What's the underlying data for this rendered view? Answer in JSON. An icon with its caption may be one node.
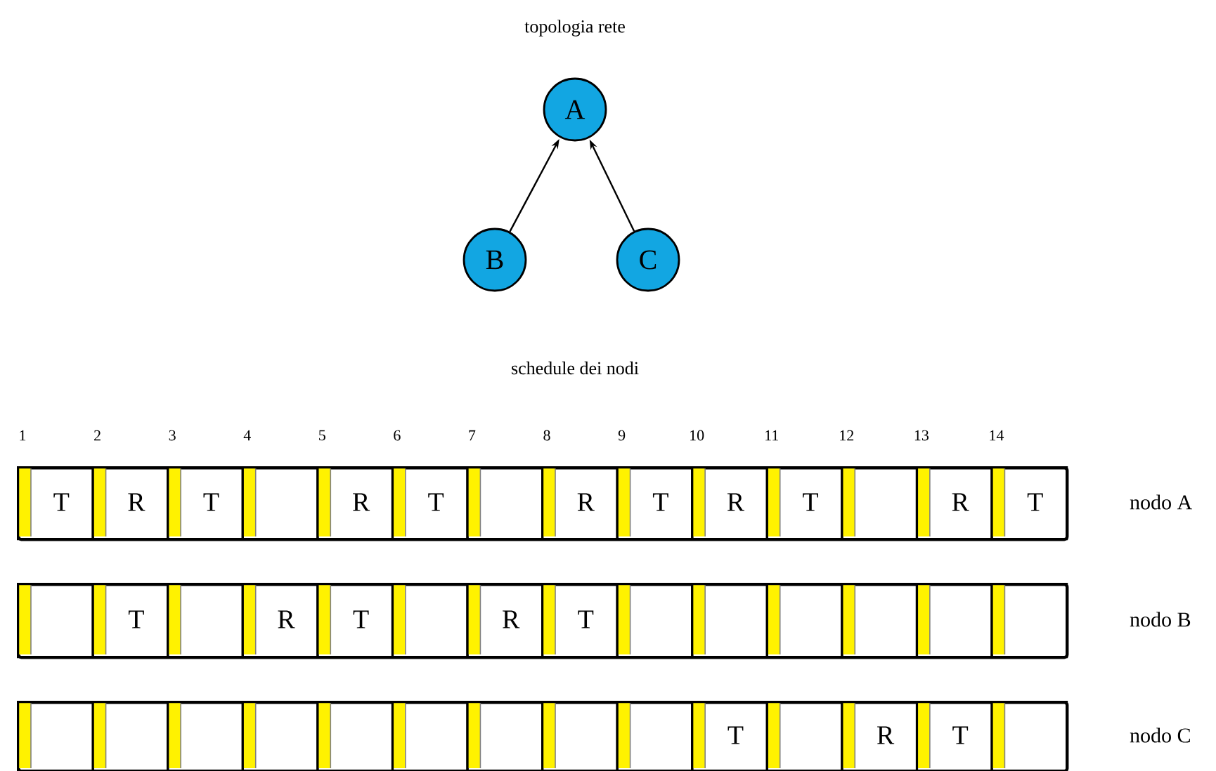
{
  "diagram": {
    "title": "topologia rete",
    "nodes": [
      {
        "text": [
          "A"
        ]
      },
      {
        "text": [
          "B"
        ]
      },
      {
        "text": [
          "C"
        ]
      },
      {
        "text": [],
        "shape": "bar",
        "beside": [
          "nodo A"
        ]
      },
      {
        "text": [
          "T"
        ],
        "in": 3
      },
      {
        "text": [
          "R"
        ],
        "in": 3
      },
      {
        "text": [
          "T"
        ],
        "in": 3
      },
      {
        "text": [],
        "shape": "box",
        "in": 3
      },
      {
        "text": [
          "R"
        ],
        "in": 3
      },
      {
        "text": [
          "T"
        ],
        "in": 3
      },
      {
        "text": [],
        "shape": "box",
        "in": 3
      },
      {
        "text": [
          "R"
        ],
        "in": 3
      },
      {
        "text": [
          "T"
        ],
        "in": 3
      },
      {
        "text": [
          "R"
        ],
        "in": 3
      },
      {
        "text": [
          "T"
        ],
        "in": 3
      },
      {
        "text": [],
        "shape": "box",
        "in": 3
      },
      {
        "text": [
          "R"
        ],
        "in": 3
      },
      {
        "text": [
          "T"
        ],
        "in": 3
      },
      {
        "text": [],
        "shape": "bar",
        "beside": [
          "nodo B"
        ]
      },
      {
        "text": [],
        "shape": "box",
        "in": 18
      },
      {
        "text": [
          "T"
        ],
        "in": 18
      },
      {
        "text": [],
        "shape": "box",
        "in": 18
      },
      {
        "text": [
          "R"
        ],
        "in": 18
      },
      {
        "text": [
          "T"
        ],
        "in": 18
      },
      {
        "text": [],
        "shape": "box",
        "in": 18
      },
      {
        "text": [
          "R"
        ],
        "in": 18
      },
      {
        "text": [
          "T"
        ],
        "in": 18
      },
      {
        "text": [],
        "shape": "box",
        "in": 18
      },
      {
        "text": [],
        "shape": "box",
        "in": 18
      },
      {
        "text": [],
        "shape": "box",
        "in": 18
      },
      {
        "text": [],
        "shape": "box",
        "in": 18
      },
      {
        "text": [],
        "shape": "box",
        "in": 18
      },
      {
        "text": [],
        "shape": "box",
        "in": 18
      },
      {
        "text": [],
        "shape": "bar",
        "beside": [
          "nodo C"
        ]
      },
      {
        "text": [],
        "shape": "box",
        "in": 33
      },
      {
        "text": [],
        "shape": "box",
        "in": 33
      },
      {
        "text": [],
        "shape": "box",
        "in": 33
      },
      {
        "text": [],
        "shape": "box",
        "in": 33
      },
      {
        "text": [],
        "shape": "box",
        "in": 33
      },
      {
        "text": [],
        "shape": "box",
        "in": 33
      },
      {
        "text": [],
        "shape": "box",
        "in": 33
      },
      {
        "text": [],
        "shape": "box",
        "in": 33
      },
      {
        "text": [],
        "shape": "box",
        "in": 33
      },
      {
        "text": [
          "T"
        ],
        "in": 33
      },
      {
        "text": [],
        "shape": "box",
        "in": 33
      },
      {
        "text": [
          "R"
        ],
        "in": 33
      },
      {
        "text": [
          "T"
        ],
        "in": 33
      },
      {
        "text": [],
        "shape": "box",
        "in": 33
      }
    ],
    "edges": [
      {
        "from": 1,
        "to": 0,
        "arrow": "to"
      },
      {
        "from": 2,
        "to": 0,
        "arrow": "to"
      }
    ],
    "labels": [
      "schedule dei nodi",
      "1",
      "2",
      "3",
      "4",
      "5",
      "6",
      "7",
      "8",
      "9",
      "10",
      "11",
      "12",
      "13",
      "14"
    ]
  }
}
